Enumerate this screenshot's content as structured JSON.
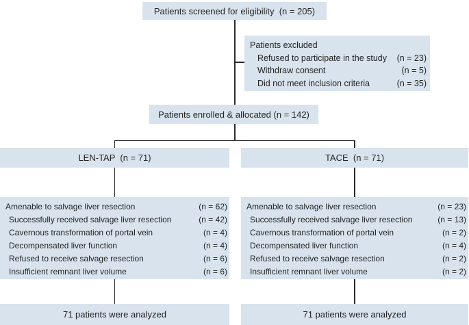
{
  "colors": {
    "box_fill": "#d8e3ed",
    "line": "#2b2b2b",
    "text": "#232323",
    "background": "#ffffff"
  },
  "screened": {
    "text": "Patients screened for eligibility  (n = 205)"
  },
  "excluded": {
    "title": "Patients excluded",
    "rows": [
      {
        "label": "Refused to participate in the study",
        "count": "(n = 23)"
      },
      {
        "label": "Withdraw consent",
        "count": "(n = 5)"
      },
      {
        "label": "Did not meet inclusion criteria",
        "count": "(n = 35)"
      }
    ]
  },
  "enrolled": {
    "text": "Patients enrolled & allocated (n = 142)"
  },
  "arm_left": {
    "title": "LEN-TAP  (n = 71)",
    "rows": [
      {
        "label": "Amenable to salvage liver resection",
        "count": "(n = 62)"
      },
      {
        "label": "Successfully received salvage liver resection",
        "count": "(n = 42)"
      },
      {
        "label": "Cavernous transformation of portal vein",
        "count": "(n = 4)"
      },
      {
        "label": "Decompensated liver function",
        "count": "(n = 4)"
      },
      {
        "label": "Refused to receive salvage resection",
        "count": "(n = 6)"
      },
      {
        "label": "Insufficient remnant liver volume",
        "count": "(n = 6)"
      }
    ],
    "analyzed": "71 patients were analyzed"
  },
  "arm_right": {
    "title": "TACE  (n = 71)",
    "rows": [
      {
        "label": "Amenable to salvage liver resection",
        "count": "(n = 23)"
      },
      {
        "label": "Successfully received salvage liver resection",
        "count": "(n = 13)"
      },
      {
        "label": "Cavernous transformation of portal vein",
        "count": "(n = 2)"
      },
      {
        "label": "Decompensated liver function",
        "count": "(n = 4)"
      },
      {
        "label": "Refused to receive salvage resection",
        "count": "(n = 2)"
      },
      {
        "label": "Insufficient remnant liver volume",
        "count": "(n = 2)"
      }
    ],
    "analyzed": "71 patients were analyzed"
  }
}
